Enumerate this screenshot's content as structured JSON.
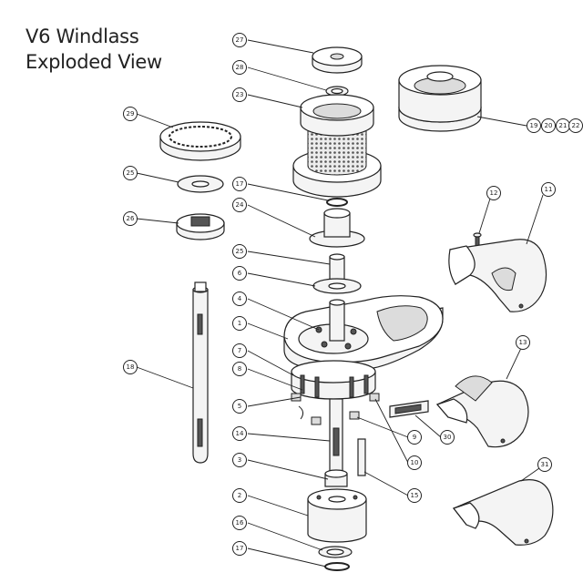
{
  "title_line1": "V6 Windlass",
  "title_line2": "Exploded View",
  "callouts": [
    {
      "id": "c27",
      "label": "27"
    },
    {
      "id": "c28",
      "label": "28"
    },
    {
      "id": "c23",
      "label": "23"
    },
    {
      "id": "c29",
      "label": "29"
    },
    {
      "id": "c25a",
      "label": "25"
    },
    {
      "id": "c26",
      "label": "26"
    },
    {
      "id": "c17a",
      "label": "17"
    },
    {
      "id": "c24",
      "label": "24"
    },
    {
      "id": "c25b",
      "label": "25"
    },
    {
      "id": "c6",
      "label": "6"
    },
    {
      "id": "c4",
      "label": "4"
    },
    {
      "id": "c1",
      "label": "1"
    },
    {
      "id": "c7",
      "label": "7"
    },
    {
      "id": "c8",
      "label": "8"
    },
    {
      "id": "c5",
      "label": "5"
    },
    {
      "id": "c18",
      "label": "18"
    },
    {
      "id": "c14",
      "label": "14"
    },
    {
      "id": "c3",
      "label": "3"
    },
    {
      "id": "c2",
      "label": "2"
    },
    {
      "id": "c16",
      "label": "16"
    },
    {
      "id": "c17b",
      "label": "17"
    },
    {
      "id": "c9",
      "label": "9"
    },
    {
      "id": "c10",
      "label": "10"
    },
    {
      "id": "c15",
      "label": "15"
    },
    {
      "id": "c30",
      "label": "30"
    },
    {
      "id": "c12",
      "label": "12"
    },
    {
      "id": "c11",
      "label": "11"
    },
    {
      "id": "c13",
      "label": "13"
    },
    {
      "id": "c31",
      "label": "31"
    },
    {
      "id": "c19",
      "label": "19"
    },
    {
      "id": "c20",
      "label": "20"
    },
    {
      "id": "c21",
      "label": "21"
    },
    {
      "id": "c22",
      "label": "22"
    }
  ]
}
